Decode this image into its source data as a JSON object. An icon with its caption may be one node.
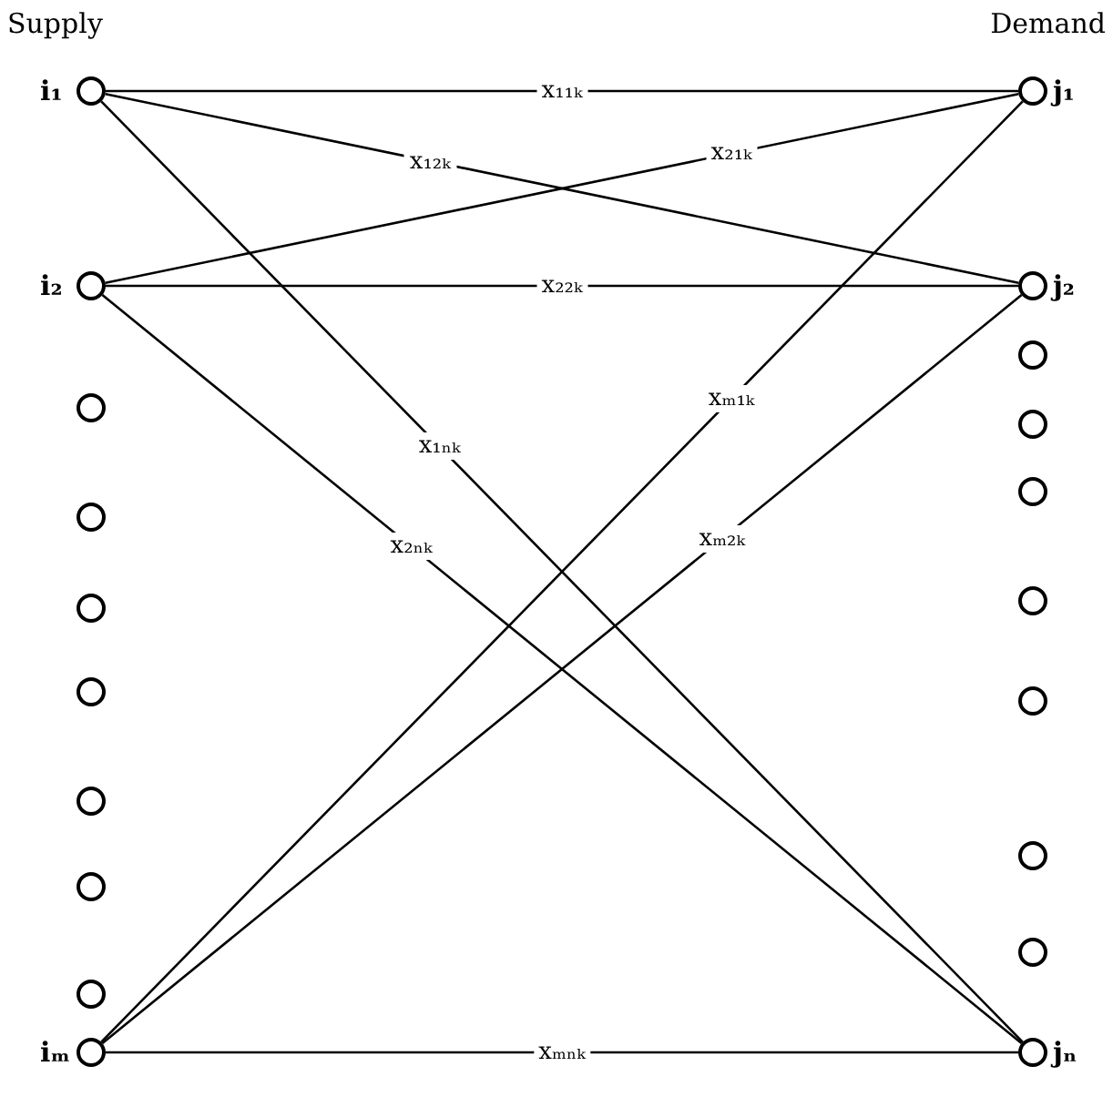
{
  "diagram": {
    "nodes": [
      {
        "text": [
          "i₁"
        ]
      },
      {
        "text": [
          "i₂"
        ]
      },
      {
        "text": [],
        "shape": "circle"
      },
      {
        "text": [],
        "shape": "circle"
      },
      {
        "text": [],
        "shape": "circle"
      },
      {
        "text": [],
        "shape": "circle"
      },
      {
        "text": [],
        "shape": "circle"
      },
      {
        "text": [],
        "shape": "circle"
      },
      {
        "text": [],
        "shape": "circle"
      },
      {
        "text": [
          "iₘ"
        ]
      },
      {
        "text": [
          "j₁"
        ]
      },
      {
        "text": [
          "j₂"
        ]
      },
      {
        "text": [],
        "shape": "circle"
      },
      {
        "text": [],
        "shape": "circle"
      },
      {
        "text": [],
        "shape": "circle"
      },
      {
        "text": [],
        "shape": "circle"
      },
      {
        "text": [],
        "shape": "circle"
      },
      {
        "text": [],
        "shape": "circle"
      },
      {
        "text": [],
        "shape": "circle"
      },
      {
        "text": [
          "jₙ"
        ]
      }
    ],
    "edges": [
      {
        "from": 0,
        "to": 10,
        "arrow": "none",
        "label": "x₁₁ₖ"
      },
      {
        "from": 0,
        "to": 11,
        "arrow": "none",
        "label": "x₁₂ₖ"
      },
      {
        "from": 0,
        "to": 19,
        "arrow": "none",
        "label": "x₁ₙₖ"
      },
      {
        "from": 1,
        "to": 10,
        "arrow": "none",
        "label": "x₂₁ₖ"
      },
      {
        "from": 1,
        "to": 11,
        "arrow": "none",
        "label": "x₂₂ₖ"
      },
      {
        "from": 1,
        "to": 19,
        "arrow": "none",
        "label": "x₂ₙₖ"
      },
      {
        "from": 9,
        "to": 10,
        "arrow": "none",
        "label": "xₘ₁ₖ"
      },
      {
        "from": 9,
        "to": 11,
        "arrow": "none",
        "label": "xₘ₂ₖ"
      },
      {
        "from": 9,
        "to": 19,
        "arrow": "none",
        "label": "xₘₙₖ"
      }
    ],
    "labels": [
      "Supply",
      "Demand"
    ]
  }
}
